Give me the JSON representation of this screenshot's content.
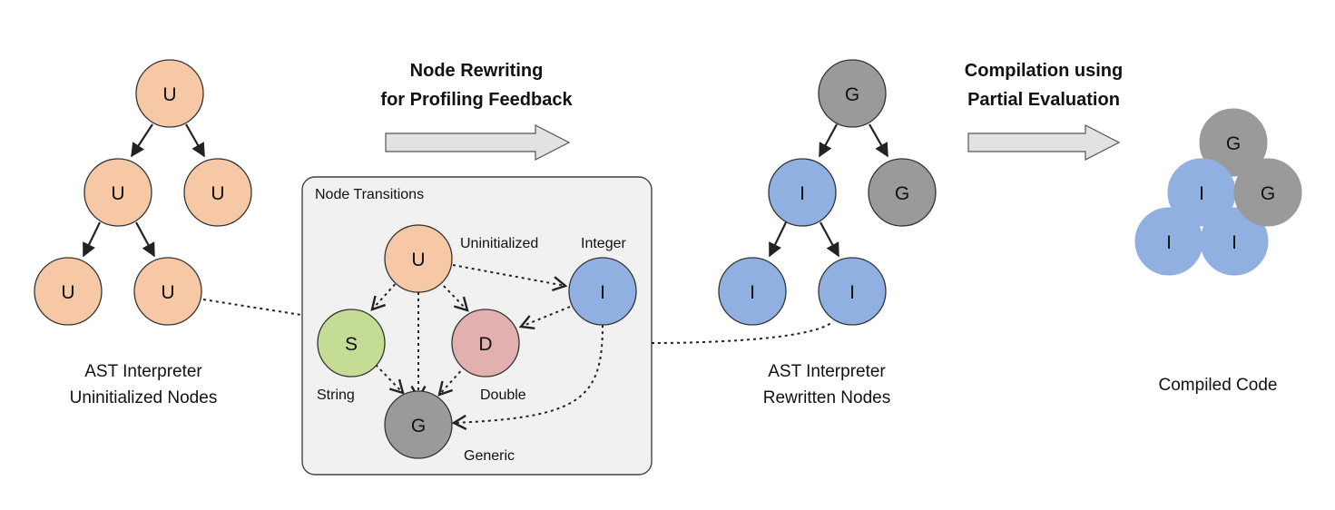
{
  "colors": {
    "uninitialized": "#f6c8a6",
    "integer": "#8fb0e0",
    "generic": "#9a9a9a",
    "string": "#c4dc94",
    "double": "#e3b0b0",
    "panel_bg": "#f1f1f1",
    "arrow_fill": "#e2e2e2"
  },
  "ast_uninitialized": {
    "nodes": [
      "U",
      "U",
      "U",
      "U",
      "U"
    ],
    "caption": [
      "AST Interpreter",
      "Uninitialized Nodes"
    ]
  },
  "rewriting": {
    "title": [
      "Node Rewriting",
      "for Profiling Feedback"
    ]
  },
  "transitions": {
    "panel_title": "Node Transitions",
    "states": [
      {
        "letter": "U",
        "name": "Uninitialized"
      },
      {
        "letter": "I",
        "name": "Integer"
      },
      {
        "letter": "S",
        "name": "String"
      },
      {
        "letter": "D",
        "name": "Double"
      },
      {
        "letter": "G",
        "name": "Generic"
      }
    ]
  },
  "ast_rewritten": {
    "nodes": [
      "G",
      "I",
      "G",
      "I",
      "I"
    ],
    "caption": [
      "AST Interpreter",
      "Rewritten Nodes"
    ]
  },
  "compilation": {
    "title": [
      "Compilation using",
      "Partial Evaluation"
    ]
  },
  "compiled": {
    "nodes": [
      "G",
      "G",
      "I",
      "I",
      "I"
    ],
    "caption": "Compiled Code"
  }
}
